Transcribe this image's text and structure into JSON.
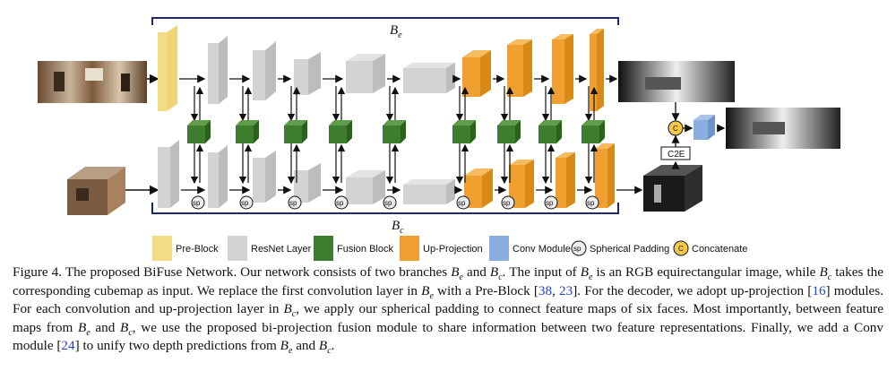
{
  "diagram": {
    "top_branch": {
      "base": "B",
      "sub": "e"
    },
    "bottom_branch": {
      "base": "B",
      "sub": "c"
    },
    "c2e_label": "C2E",
    "concat_symbol": "C",
    "sp_symbol": "sp",
    "legend": [
      {
        "label": "Pre-Block",
        "color": "#f3dc86"
      },
      {
        "label": "ResNet Layer",
        "color": "#d3d3d3"
      },
      {
        "label": "Fusion Block",
        "color": "#3e7d2e"
      },
      {
        "label": "Up-Projection",
        "color": "#f0a030"
      },
      {
        "label": "Conv Module",
        "color": "#8aaee0"
      },
      {
        "label": "Spherical Padding",
        "symbol": "sp"
      },
      {
        "label": "Concatenate",
        "symbol": "C"
      }
    ]
  },
  "caption": {
    "p1": "Figure 4. The proposed BiFuse Network. Our network consists of two branches ",
    "be1": "B",
    "be1s": "e",
    "p2": " and ",
    "bc1": "B",
    "bc1s": "c",
    "p3": ". The input of ",
    "be2": "B",
    "be2s": "e",
    "p4": " is an RGB equirectangular image, while ",
    "bc2": "B",
    "bc2s": "c",
    "p5": " takes the corresponding cubemap as input. We replace the first convolution layer in ",
    "be3": "B",
    "be3s": "e",
    "p6": " with a Pre-Block [",
    "cite1": "38",
    "p7": ", ",
    "cite2": "23",
    "p8": "]. For the decoder, we adopt up-projection [",
    "cite3": "16",
    "p9": "] modules. For each convolution and up-projection layer in ",
    "bc3": "B",
    "bc3s": "c",
    "p10": ", we apply our spherical padding to connect feature maps of six faces. Most importantly, between feature maps from ",
    "be4": "B",
    "be4s": "e",
    "p11": " and ",
    "bc4": "B",
    "bc4s": "c",
    "p12": ", we use the proposed bi-projection fusion module to share information between two feature representations. Finally, we add a Conv module [",
    "cite4": "24",
    "p13": "] to unify two depth predictions from ",
    "be5": "B",
    "be5s": "e",
    "p14": " and ",
    "bc5": "B",
    "bc5s": "c",
    "p15": "."
  }
}
